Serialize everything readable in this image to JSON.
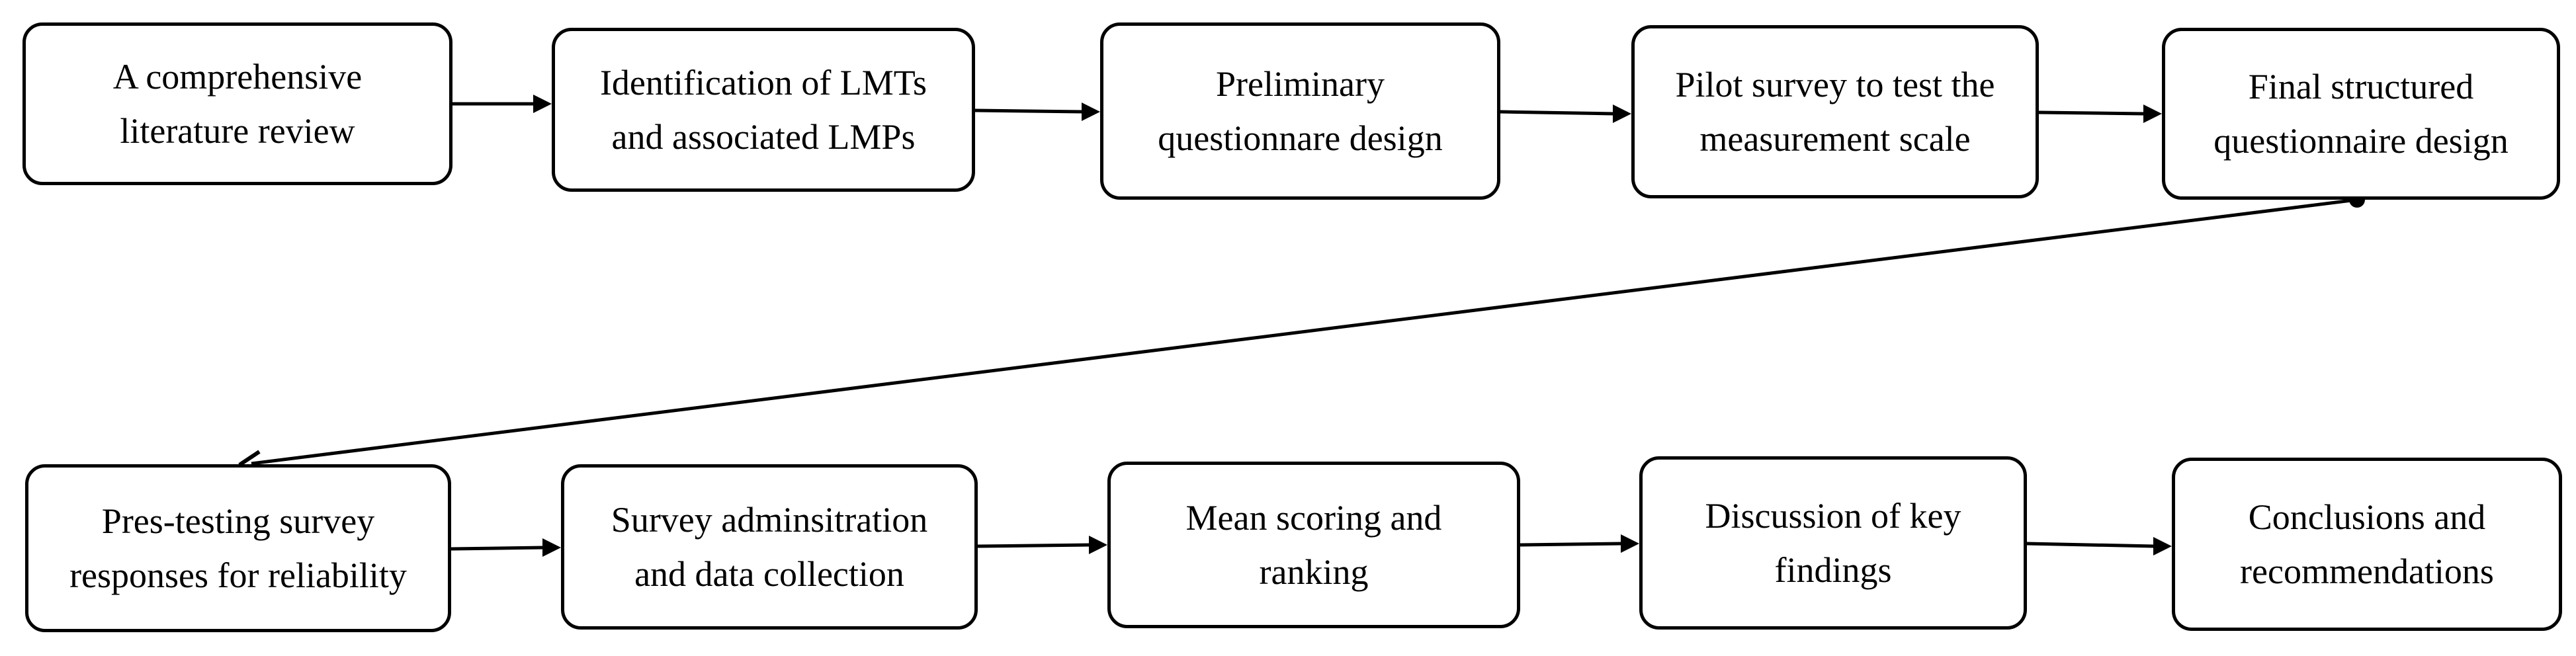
{
  "diagram": {
    "steps": [
      {
        "id": 1,
        "label": "A comprehensive\nliterature review"
      },
      {
        "id": 2,
        "label": "Identification of LMTs\nand associated LMPs"
      },
      {
        "id": 3,
        "label": "Preliminary\nquestionnare design"
      },
      {
        "id": 4,
        "label": "Pilot survey to test the\nmeasurement scale"
      },
      {
        "id": 5,
        "label": "Final structured\nquestionnaire design"
      },
      {
        "id": 6,
        "label": "Pres-testing survey\nresponses for reliability"
      },
      {
        "id": 7,
        "label": "Survey adminsitration\nand data collection"
      },
      {
        "id": 8,
        "label": "Mean scoring and\nranking"
      },
      {
        "id": 9,
        "label": "Discussion of key\nfindings"
      },
      {
        "id": 10,
        "label": "Conclusions and\nrecommendations"
      }
    ],
    "connections": [
      {
        "from": 1,
        "to": 2
      },
      {
        "from": 2,
        "to": 3
      },
      {
        "from": 3,
        "to": 4
      },
      {
        "from": 4,
        "to": 5
      },
      {
        "from": 5,
        "to": 6
      },
      {
        "from": 6,
        "to": 7
      },
      {
        "from": 7,
        "to": 8
      },
      {
        "from": 8,
        "to": 9
      },
      {
        "from": 9,
        "to": 10
      }
    ],
    "colors": {
      "stroke": "#000000",
      "background": "#ffffff"
    }
  }
}
